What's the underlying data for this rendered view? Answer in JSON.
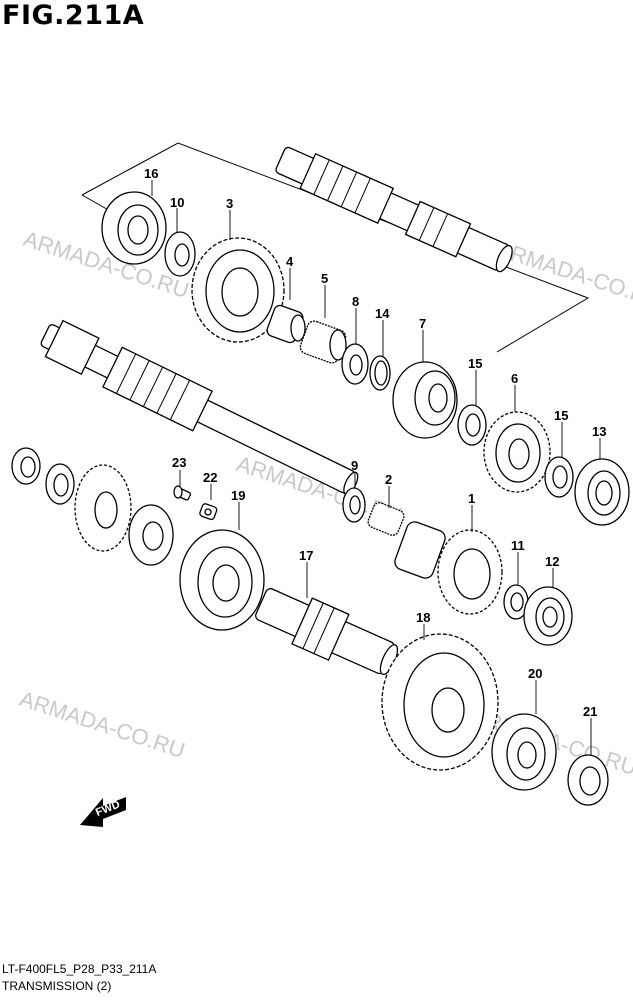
{
  "figure": {
    "title": "FIG.211A",
    "code": "LT-F400FL5_P28_P33_211A",
    "subtitle": "TRANSMISSION (2)"
  },
  "watermark": "ARMADA-CO.RU",
  "fwd_label": "FWD",
  "callouts": {
    "c16": "16",
    "c10": "10",
    "c3": "3",
    "c4": "4",
    "c5": "5",
    "c8": "8",
    "c14": "14",
    "c7": "7",
    "c15a": "15",
    "c6": "6",
    "c15b": "15",
    "c13": "13",
    "c23": "23",
    "c22": "22",
    "c19": "19",
    "c9": "9",
    "c2": "2",
    "c1": "1",
    "c11": "11",
    "c12": "12",
    "c17": "17",
    "c18": "18",
    "c20": "20",
    "c21": "21"
  }
}
